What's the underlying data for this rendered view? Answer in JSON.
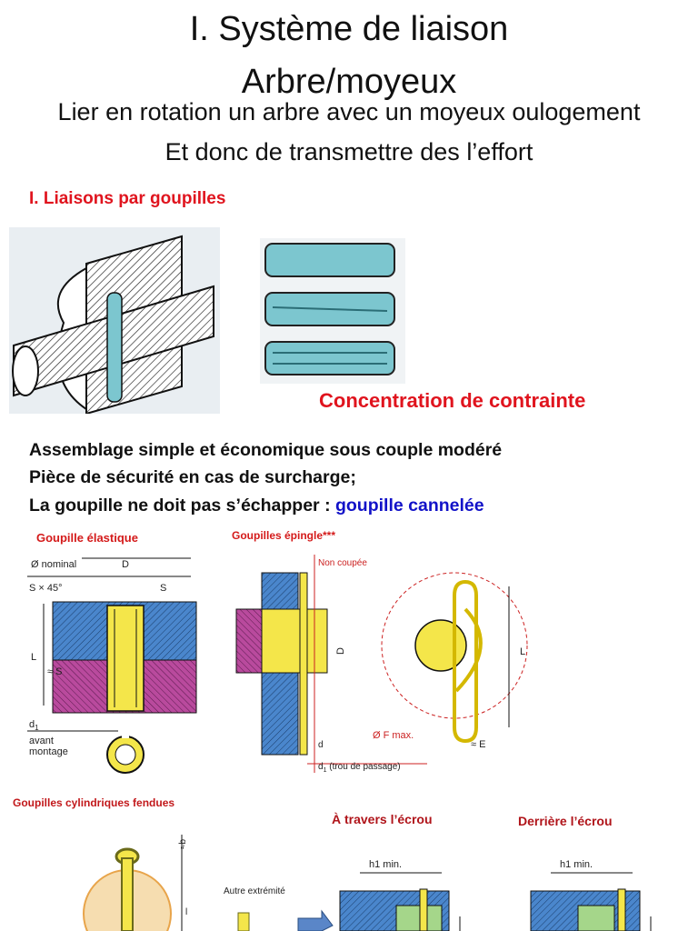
{
  "header": {
    "title_line1": "I. Système de liaison",
    "title_line2": "Arbre/moyeux",
    "subtitle1": "Lier en rotation un arbre avec un moyeux oulogement",
    "subtitle2": "Et donc de transmettre des l’effort"
  },
  "section": {
    "heading": "I. Liaisons par goupilles"
  },
  "callout": {
    "text": "Concentration de contrainte"
  },
  "bullets": {
    "line1": "Assemblage simple et économique sous couple modéré",
    "line2": "Pièce de sécurité en cas de surcharge;",
    "line3_prefix": "La goupille ne doit pas s’échapper : ",
    "line3_highlight": "goupille cannelée"
  },
  "figures": {
    "elastic": {
      "caption": "Goupille élastique",
      "nominal": "Ø nominal",
      "d_label": "D",
      "chamfer": "S × 45°",
      "s_label": "S",
      "l_label": "L",
      "approx_s": "≈ S",
      "d1": "d",
      "d1_sub": "1",
      "before1": "avant",
      "before2": "montage"
    },
    "pin": {
      "caption": "Goupilles épingle***",
      "uncut": "Non coupée",
      "d_label": "D",
      "l_label": "L",
      "fmax": "Ø F max.",
      "e_label": "≈ E",
      "small_d": "d",
      "d1": "d",
      "d1_sub": "1",
      "d1_note": " (trou de passage)"
    },
    "split": {
      "caption": "Goupilles cylindriques fendues",
      "b_label": "≈b",
      "l_label": "l",
      "other_end": "Autre extrémité",
      "through": "À travers l’écrou",
      "behind": "Derrière l’écrou",
      "h1a": "h1 min.",
      "h1b": "h1 min."
    }
  },
  "colors": {
    "red": "#e0141e",
    "blue": "#1212c8",
    "teal": "#7cc6cf",
    "yellow": "#f4e64a",
    "magenta": "#c24fa3",
    "steel": "#3b7ec7"
  }
}
